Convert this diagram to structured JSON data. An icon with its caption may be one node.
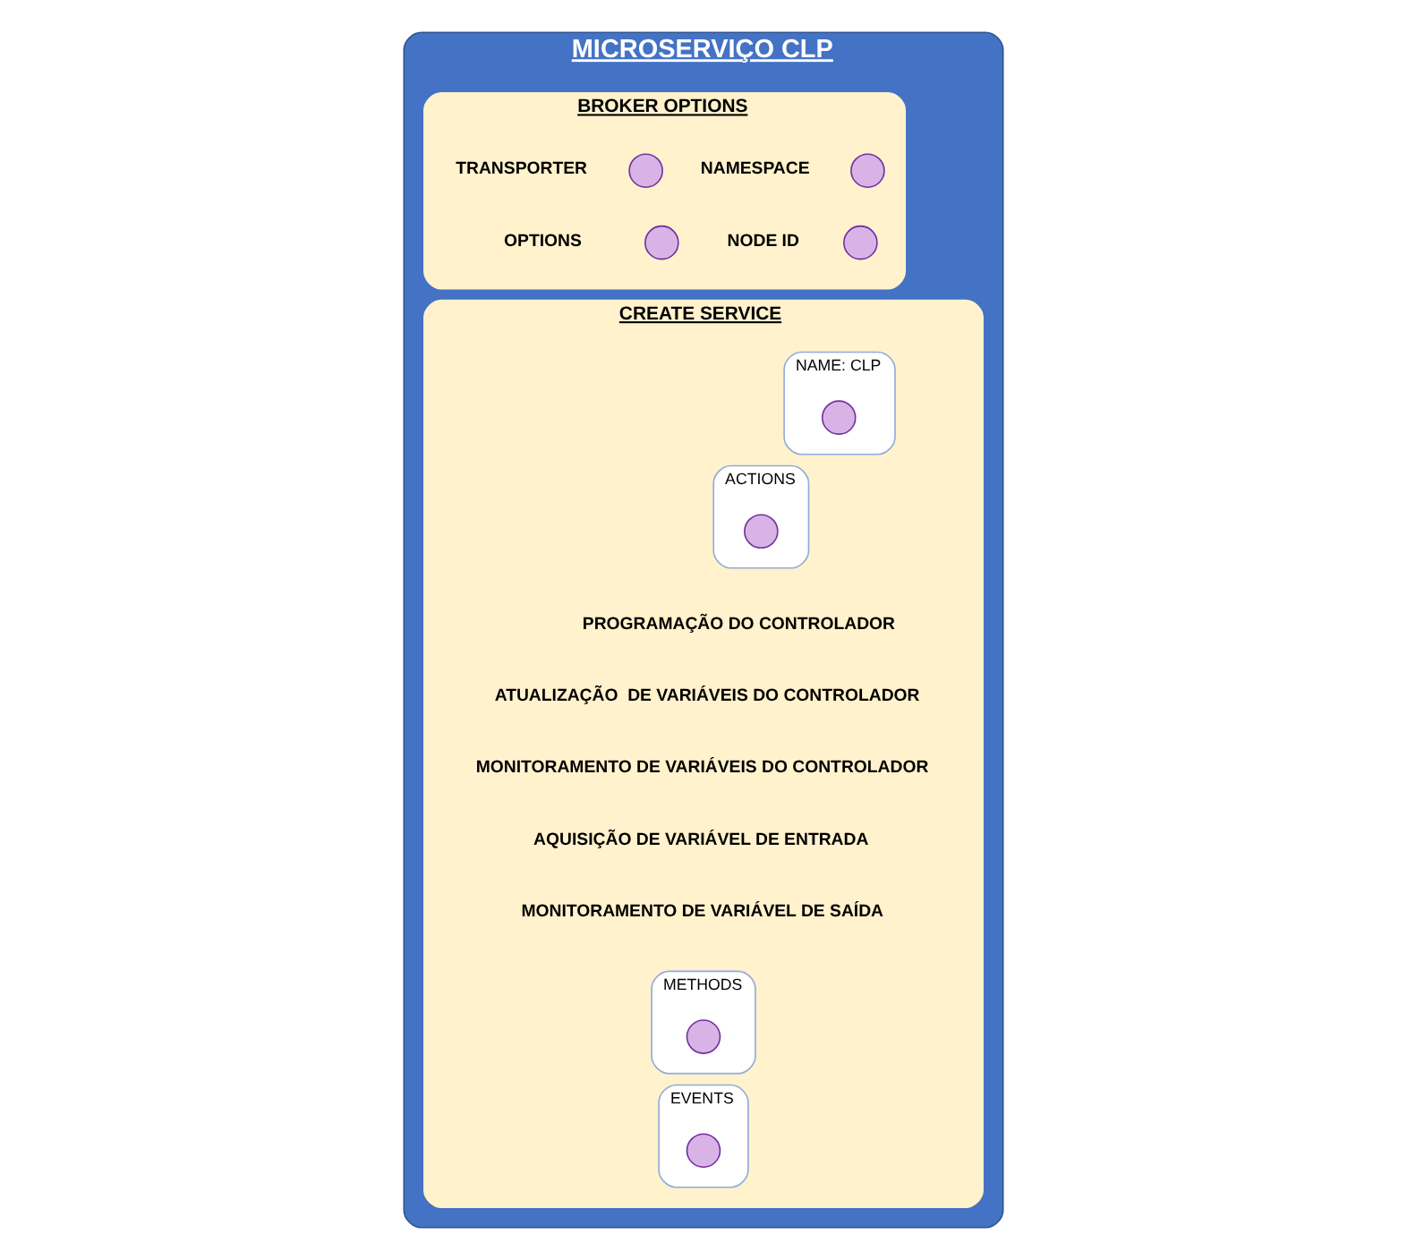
{
  "diagram": {
    "nodes": [
      {
        "text": [
          "MICROSERVIÇO CLP"
        ]
      },
      {
        "text": [
          "BROKER OPTIONS"
        ],
        "in": 0
      },
      {
        "text": [],
        "shape": "circle",
        "in": 1
      },
      {
        "text": [
          "NAMESPACE"
        ],
        "in": 1
      },
      {
        "text": [],
        "shape": "circle",
        "in": 1
      },
      {
        "text": [
          "TRANSPORTER"
        ],
        "in": 1
      },
      {
        "text": [],
        "shape": "circle",
        "in": 1
      },
      {
        "text": [
          "NODE ID"
        ],
        "in": 1
      },
      {
        "text": [],
        "shape": "circle",
        "in": 1
      },
      {
        "text": [
          "OPTIONS"
        ],
        "in": 1
      },
      {
        "text": [
          "CREATE SERVICE"
        ],
        "in": 0
      },
      {
        "text": [
          "NAME: CLP"
        ],
        "in": 10
      },
      {
        "text": [],
        "shape": "circle",
        "in": 11
      },
      {
        "text": [
          "ACTIONS"
        ],
        "in": 10
      },
      {
        "text": [],
        "shape": "circle",
        "in": 13
      },
      {
        "text": [
          "METHODS"
        ],
        "in": 10
      },
      {
        "text": [],
        "shape": "circle",
        "in": 15
      },
      {
        "text": [
          "EVENTS"
        ],
        "in": 10
      },
      {
        "text": [],
        "shape": "circle",
        "in": 17
      }
    ],
    "labels": [
      "PROGRAMAÇÃO DO CONTROLADOR",
      "ATUALIZAÇÃO  DE VARIÁVEIS DO CONTROLADOR",
      "MONITORAMENTO DE VARIÁVEIS DO CONTROLADOR",
      "AQUISIÇÃO DE VARIÁVEL DE ENTRADA",
      "MONITORAMENTO DE VARIÁVEL DE SAÍDA"
    ]
  }
}
